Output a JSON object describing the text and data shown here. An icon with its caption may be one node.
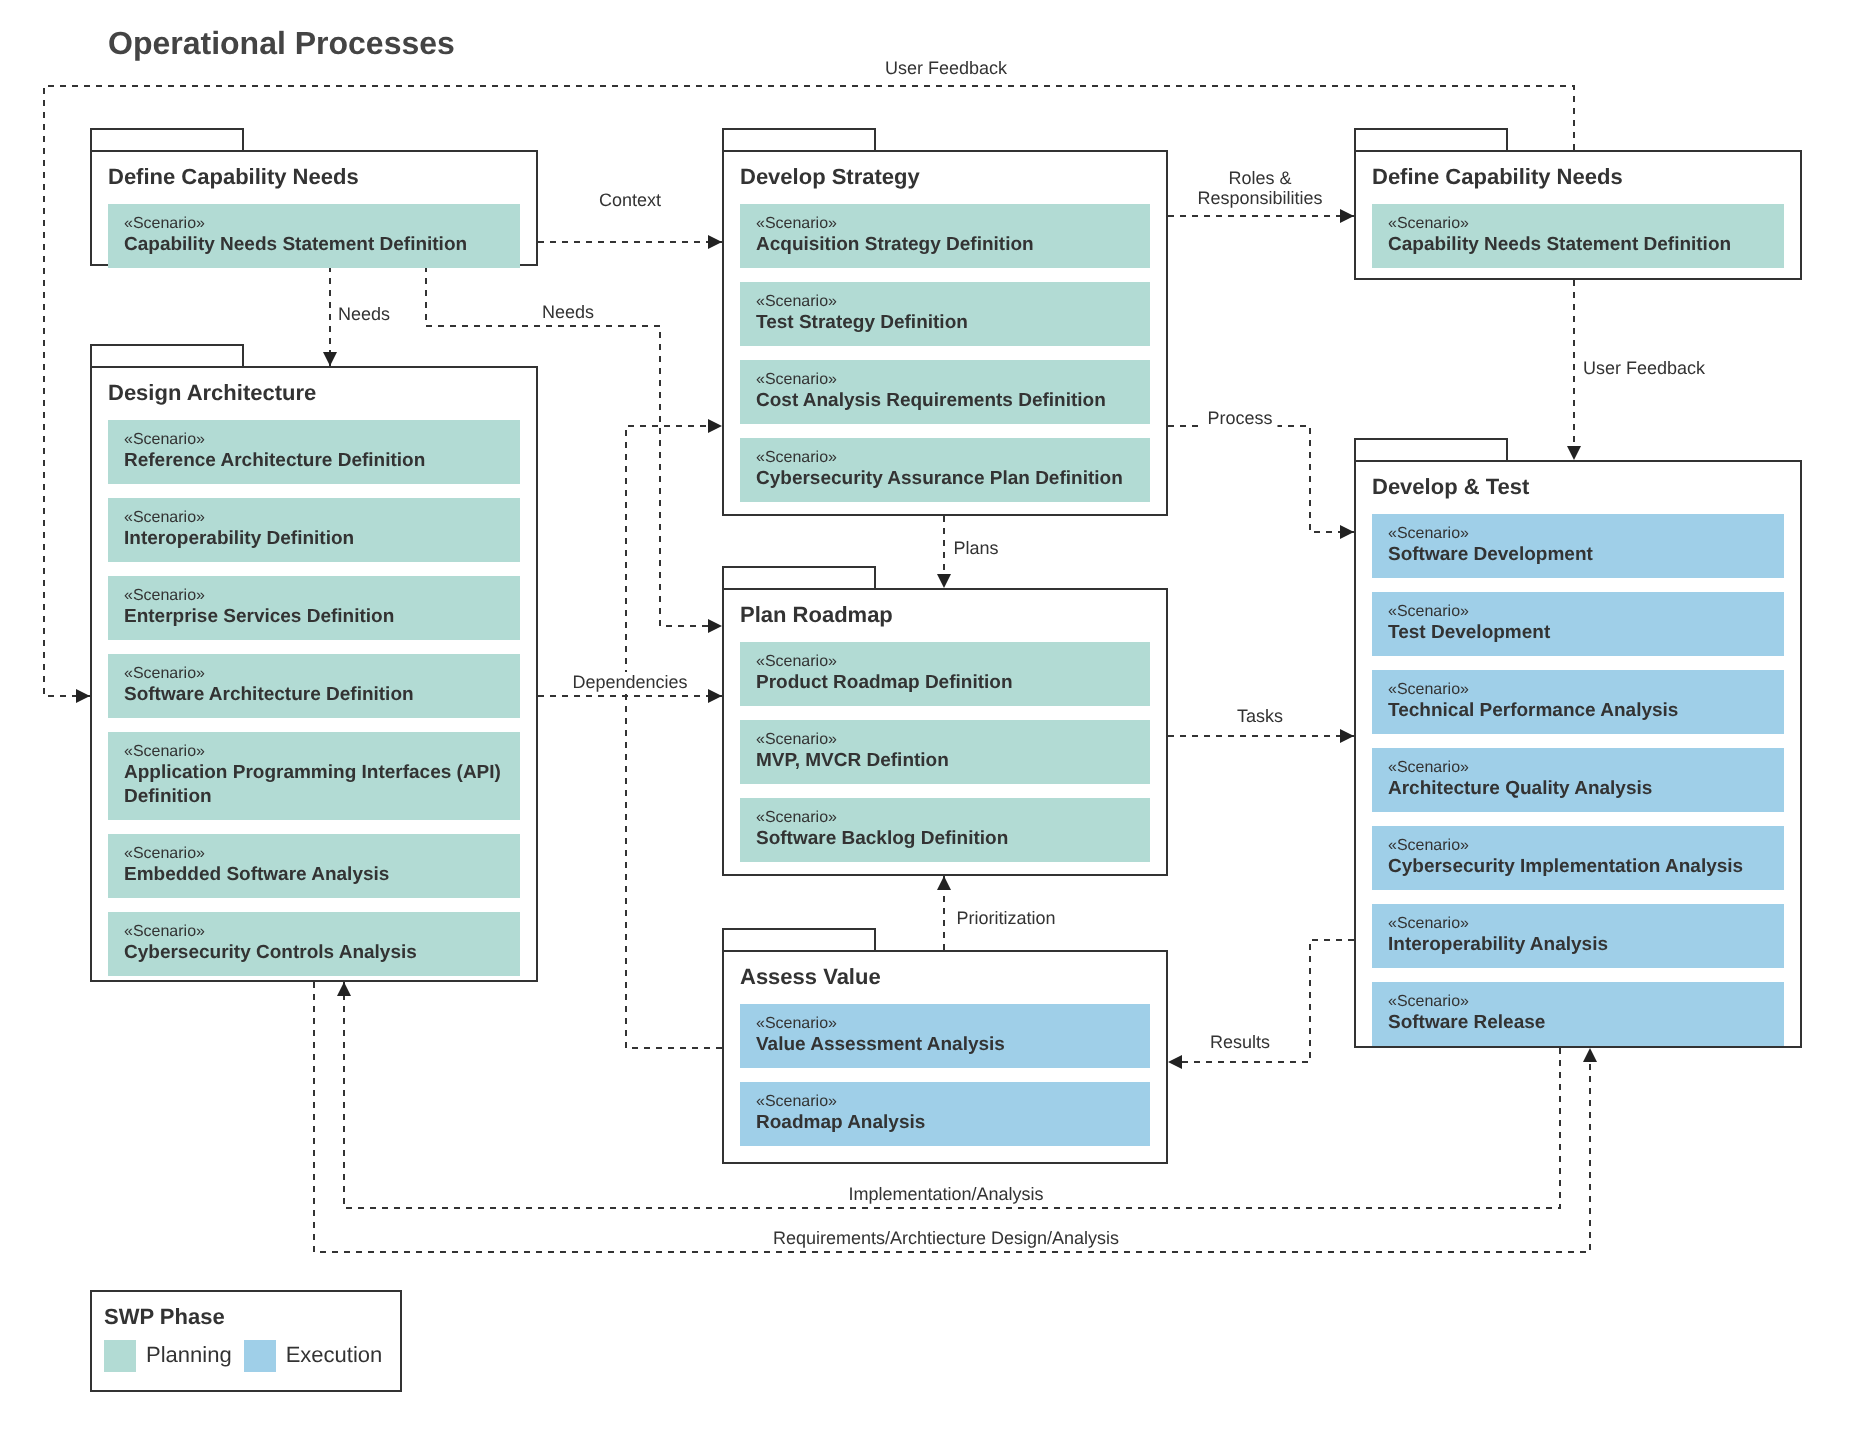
{
  "diagram": {
    "title": "Operational Processes",
    "nodes": [
      {
        "text": [
          "Define Capability Needs"
        ]
      },
      {
        "text": [
          "«Scenario»",
          "Capability Needs Statement Definition"
        ],
        "in": 0
      },
      {
        "text": [
          "Design Architecture"
        ]
      },
      {
        "text": [
          "«Scenario»",
          "Reference Architecture Definition"
        ],
        "in": 2
      },
      {
        "text": [
          "«Scenario»",
          "Interoperability Definition"
        ],
        "in": 2
      },
      {
        "text": [
          "«Scenario»",
          "Enterprise Services Definition"
        ],
        "in": 2
      },
      {
        "text": [
          "«Scenario»",
          "Software Architecture Definition"
        ],
        "in": 2
      },
      {
        "text": [
          "«Scenario»",
          "Application Programming Interfaces (API) Definition"
        ],
        "in": 2
      },
      {
        "text": [
          "«Scenario»",
          "Embedded Software Analysis"
        ],
        "in": 2
      },
      {
        "text": [
          "«Scenario»",
          "Cybersecurity Controls Analysis"
        ],
        "in": 2
      },
      {
        "text": [
          "Develop Strategy"
        ]
      },
      {
        "text": [
          "«Scenario»",
          "Acquisition Strategy Definition"
        ],
        "in": 10
      },
      {
        "text": [
          "«Scenario»",
          "Test Strategy Definition"
        ],
        "in": 10
      },
      {
        "text": [
          "«Scenario»",
          "Cost Analysis Requirements Definition"
        ],
        "in": 10
      },
      {
        "text": [
          "«Scenario»",
          "Cybersecurity Assurance Plan Definition"
        ],
        "in": 10
      },
      {
        "text": [
          "Define Capability Needs"
        ]
      },
      {
        "text": [
          "«Scenario»",
          "Capability Needs Statement Definition"
        ],
        "in": 15
      },
      {
        "text": [
          "Plan Roadmap"
        ]
      },
      {
        "text": [
          "«Scenario»",
          "Product Roadmap Definition"
        ],
        "in": 17
      },
      {
        "text": [
          "«Scenario»",
          "MVP, MVCR Defintion"
        ],
        "in": 17
      },
      {
        "text": [
          "«Scenario»",
          "Software Backlog Definition"
        ],
        "in": 17
      },
      {
        "text": [
          "Assess Value"
        ]
      },
      {
        "text": [
          "«Scenario»",
          "Value Assessment Analysis"
        ],
        "in": 21
      },
      {
        "text": [
          "«Scenario»",
          "Roadmap Analysis"
        ],
        "in": 21
      },
      {
        "text": [
          "Develop & Test"
        ]
      },
      {
        "text": [
          "«Scenario»",
          "Software Development"
        ],
        "in": 24
      },
      {
        "text": [
          "«Scenario»",
          "Test Development"
        ],
        "in": 24
      },
      {
        "text": [
          "«Scenario»",
          "Technical Performance Analysis"
        ],
        "in": 24
      },
      {
        "text": [
          "«Scenario»",
          "Architecture Quality Analysis"
        ],
        "in": 24
      },
      {
        "text": [
          "«Scenario»",
          "Cybersecurity Implementation Analysis"
        ],
        "in": 24
      },
      {
        "text": [
          "«Scenario»",
          "Interoperability Analysis"
        ],
        "in": 24
      },
      {
        "text": [
          "«Scenario»",
          "Software Release"
        ],
        "in": 24
      }
    ],
    "edges": [
      {
        "from": 15,
        "to": 2,
        "arrow": "to",
        "label": "User Feedback",
        "style": "dashed"
      },
      {
        "from": 0,
        "to": 10,
        "arrow": "to",
        "label": "Context",
        "style": "dashed"
      },
      {
        "from": 0,
        "to": 2,
        "arrow": "to",
        "label": "Needs",
        "style": "dashed"
      },
      {
        "from": 0,
        "to": 17,
        "arrow": "to",
        "label": "Needs",
        "style": "dashed"
      },
      {
        "from": 10,
        "to": 15,
        "arrow": "to",
        "label": "Roles & Responsibilities",
        "style": "dashed"
      },
      {
        "from": 10,
        "to": 24,
        "arrow": "to",
        "label": "Process",
        "style": "dashed"
      },
      {
        "from": 10,
        "to": 17,
        "arrow": "to",
        "label": "Plans",
        "style": "dashed"
      },
      {
        "from": 2,
        "to": 17,
        "arrow": "to",
        "label": "Dependencies",
        "style": "dashed"
      },
      {
        "from": 17,
        "to": 24,
        "arrow": "to",
        "label": "Tasks",
        "style": "dashed"
      },
      {
        "from": 21,
        "to": 17,
        "arrow": "to",
        "label": "Prioritization",
        "style": "dashed"
      },
      {
        "from": 24,
        "to": 21,
        "arrow": "to",
        "label": "Results",
        "style": "dashed"
      },
      {
        "from": 21,
        "to": 10,
        "arrow": "to",
        "style": "dashed"
      },
      {
        "from": 15,
        "to": 24,
        "arrow": "to",
        "label": "User Feedback",
        "style": "dashed"
      },
      {
        "from": 24,
        "to": 2,
        "arrow": "to",
        "label": "Implementation/Analysis",
        "style": "dashed"
      },
      {
        "from": 2,
        "to": 24,
        "arrow": "to",
        "label": "Requirements/Archtiecture Design/Analysis",
        "style": "dashed"
      }
    ],
    "labels": [
      "SWP Phase"
    ],
    "legend": [
      {
        "text": "Planning",
        "color": "#b2dbd4"
      },
      {
        "text": "Execution",
        "color": "#9fcfe8"
      }
    ]
  }
}
